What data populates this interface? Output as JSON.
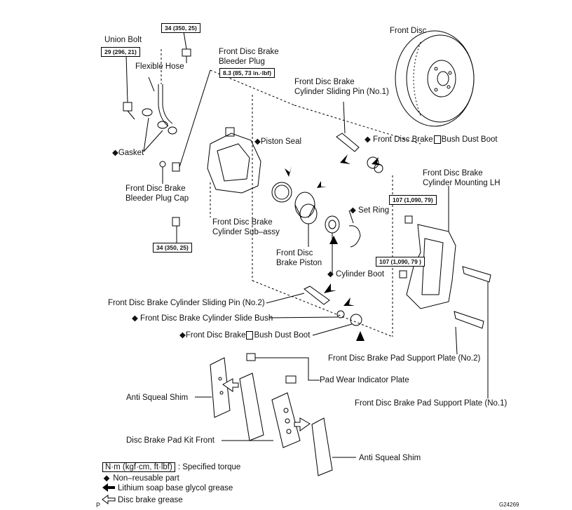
{
  "labels": {
    "union_bolt": "Union Bolt",
    "flexible_hose": "Flexible Hose",
    "bleeder_plug": "Front Disc Brake\nBleeder Plug",
    "gasket": "◆Gasket",
    "bleeder_plug_cap": "Front Disc Brake\nBleeder Plug Cap",
    "cylinder_sub_assy": "Front Disc Brake\nCylinder Sub–assy",
    "piston_seal": "◆Piston Seal",
    "brake_piston": "Front Disc\nBrake Piston",
    "set_ring": "◆ Set Ring",
    "cylinder_boot": "◆ Cylinder Boot",
    "front_disc": "Front Disc",
    "sliding_pin_no1": "Front Disc Brake\nCylinder Sliding Pin (No.1)",
    "bush_dust_boot_top": "◆ Front Disc Brake",
    "bush_dust_boot_top_tail": "Bush Dust Boot",
    "mounting_lh": "Front Disc Brake\nCylinder Mounting LH",
    "sliding_pin_no2": "Front Disc Brake Cylinder Sliding Pin (No.2)",
    "slide_bush": "◆ Front Disc Brake Cylinder Slide Bush",
    "bush_dust_boot_bottom": "◆Front Disc Brake",
    "bush_dust_boot_bottom_tail": "Bush Dust Boot",
    "pad_support_no2": "Front Disc Brake Pad Support Plate (No.2)",
    "pad_wear_indicator": "Pad Wear Indicator Plate",
    "pad_support_no1": "Front Disc Brake Pad Support Plate (No.1)",
    "anti_squeal_left": "Anti Squeal Shim",
    "pad_kit_front": "Disc Brake Pad Kit Front",
    "anti_squeal_right": "Anti Squeal Shim"
  },
  "torque_specs": {
    "t1": "34 (350, 25)",
    "t2": "29 (296, 21)",
    "t3": "8.3 (85, 73 in.·lbf)",
    "t4": "34 (350, 25)",
    "t5": "107 (1,090, 79)",
    "t6": "107 (1,090, 79 )"
  },
  "legend": {
    "key_box": "N·m (kgf·cm, ft·lbf)",
    "key_text": ": Specified torque",
    "non_reusable_mark": "◆",
    "non_reusable": "Non–reusable part",
    "glycol_grease": "Lithium soap base glycol grease",
    "disc_grease": "Disc brake grease"
  },
  "corner_marks": {
    "page_mark": "P",
    "figure_id": "G24269"
  }
}
